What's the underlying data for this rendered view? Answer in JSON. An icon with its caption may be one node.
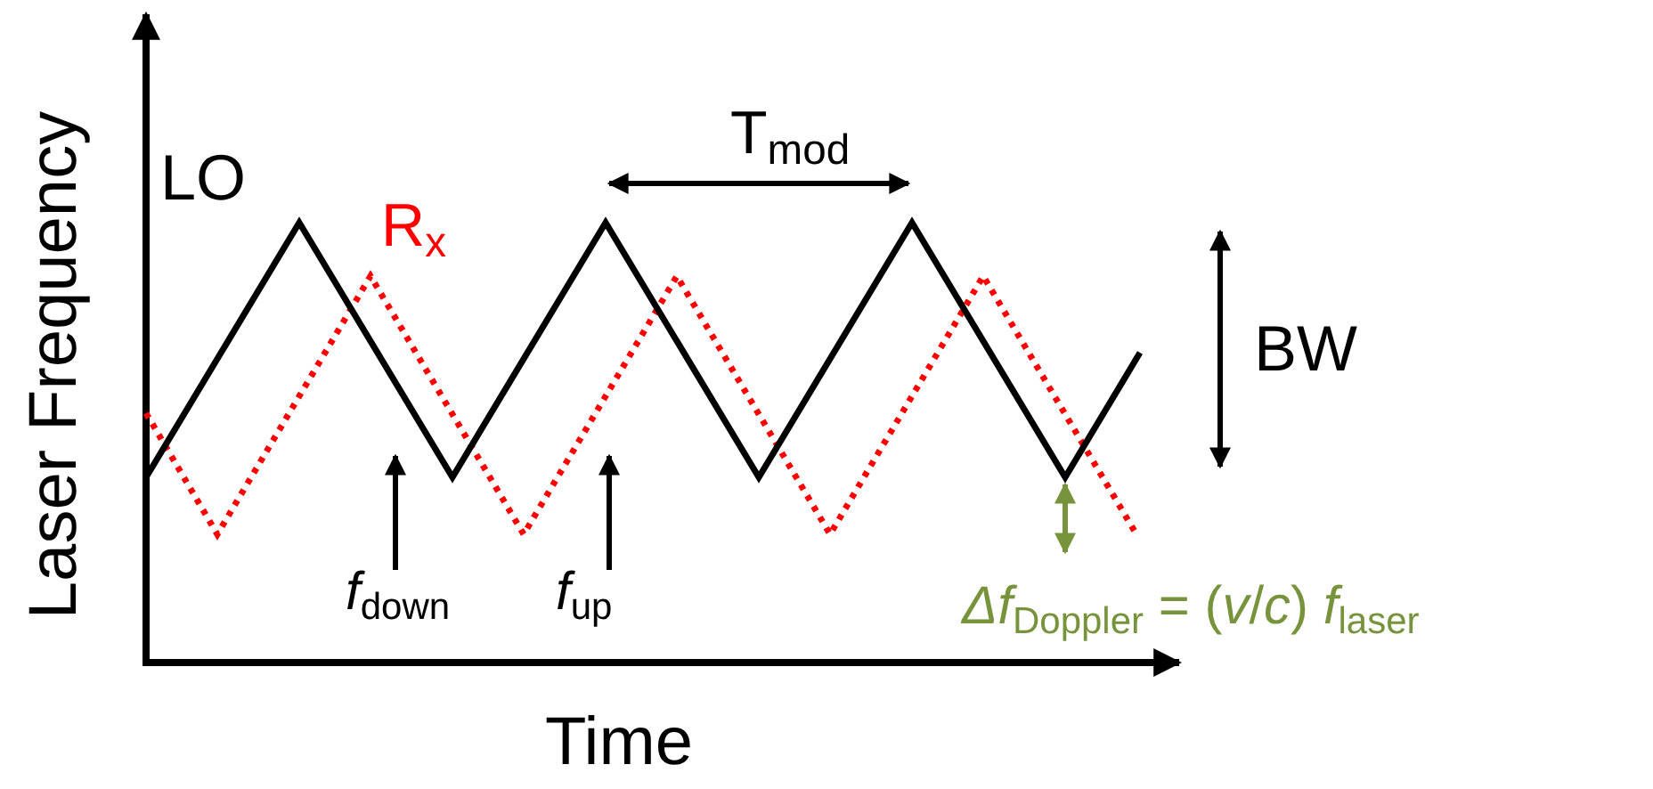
{
  "diagram": {
    "nodes": [
      {
        "text": [
          "*f*$_{down}$"
        ]
      },
      {
        "text": [
          "*f*$_{up}$"
        ]
      }
    ],
    "edges": [
      {
        "from": 0,
        "to": null,
        "arrow": "to"
      },
      {
        "from": 1,
        "to": null,
        "arrow": "to"
      }
    ],
    "labels": [
      "Laser Frequency",
      "Time",
      "LO",
      "R$_{x}$",
      "T$_{mod}$",
      "BW",
      "*Δf*$_{Doppler}$ = (*v*/*c*) *f*$_{laser}$"
    ]
  }
}
